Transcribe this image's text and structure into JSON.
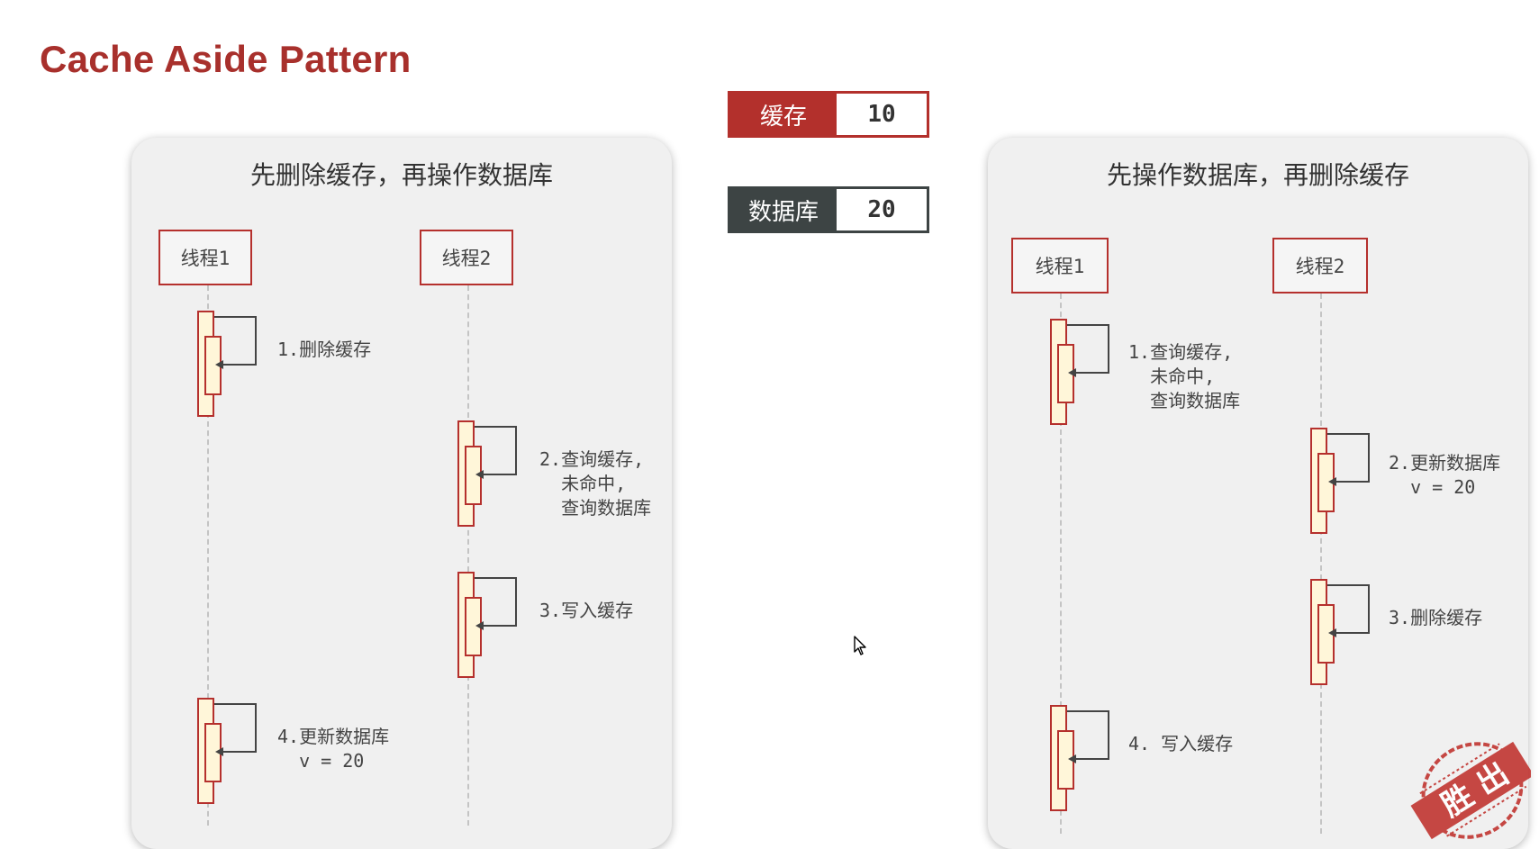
{
  "title": "Cache Aside Pattern",
  "legend": {
    "cache": {
      "label": "缓存",
      "value": "10",
      "color": "#b3302c"
    },
    "db": {
      "label": "数据库",
      "value": "20",
      "color": "#3d4444"
    }
  },
  "left_panel": {
    "heading": "先删除缓存，再操作数据库",
    "thread1": "线程1",
    "thread2": "线程2",
    "steps": [
      "1.删除缓存",
      "2.查询缓存,\n  未命中,\n  查询数据库",
      "3.写入缓存",
      "4.更新数据库\n  v = 20"
    ]
  },
  "right_panel": {
    "heading": "先操作数据库，再删除缓存",
    "thread1": "线程1",
    "thread2": "线程2",
    "steps": [
      "1.查询缓存,\n  未命中,\n  查询数据库",
      "2.更新数据库\n  v = 20",
      "3.删除缓存",
      "4. 写入缓存"
    ]
  },
  "stamp": {
    "text": "胜出",
    "color": "#c0302c"
  },
  "colors": {
    "accent": "#a8302c",
    "border": "#b5302d",
    "activation_fill": "#fff6d9"
  }
}
